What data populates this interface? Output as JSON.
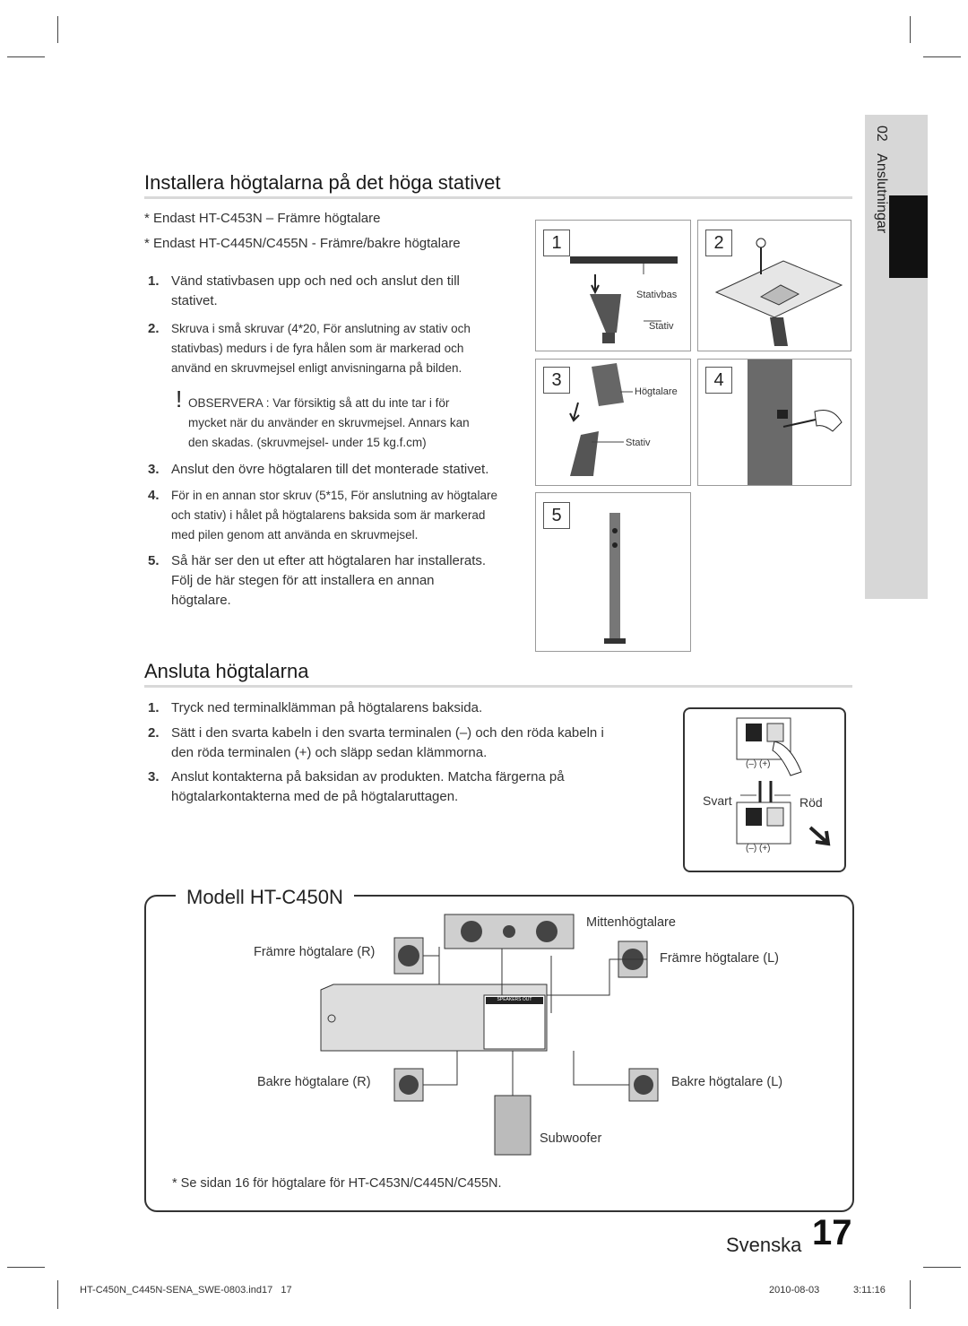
{
  "side_tab": {
    "chapter": "02",
    "title": "Anslutningar"
  },
  "section1": {
    "title": "Installera högtalarna på det höga stativet",
    "notes": [
      "* Endast HT-C453N – Främre högtalare",
      "* Endast HT-C445N/C455N - Främre/bakre högtalare"
    ],
    "steps": [
      {
        "n": "1.",
        "text": "Vänd stativbasen upp och ned och anslut den till",
        "text2": "stativet."
      },
      {
        "n": "2.",
        "text": "Skruva i små skruvar (4*20, För anslutning av stativ och",
        "text2": "stativbas) medurs i de fyra hålen som är markerad och",
        "text3": "använd en skruvmejsel enligt anvisningarna på bilden."
      },
      {
        "n": "3.",
        "text": "Anslut den övre högtalaren till det monterade stativet."
      },
      {
        "n": "4.",
        "text": "För in en annan stor skruv (5*15, För anslutning av högtalare",
        "text2": "och stativ) i hålet på högtalarens baksida som är markerad",
        "text3": "med pilen genom att använda en skruvmejsel."
      },
      {
        "n": "5.",
        "text": "Så här ser den ut efter att högtalaren har installerats.",
        "text2": "Följ de här stegen för att installera en annan",
        "text3": "högtalare."
      }
    ],
    "caution": {
      "mark": "!",
      "line1": "OBSERVERA : Var försiktig så att du inte tar i för",
      "line2": "mycket när du använder en skruvmejsel. Annars kan",
      "line3": "den skadas. (skruvmejsel- under 15 kg.f.cm)"
    },
    "figures": {
      "f1": "1",
      "f2": "2",
      "f3": "3",
      "f4": "4",
      "f5": "5",
      "stativbas": "Stativbas",
      "stativ": "Stativ",
      "hogtalare": "Högtalare",
      "stativ2": "Stativ"
    }
  },
  "section2": {
    "title": "Ansluta högtalarna",
    "steps": [
      {
        "n": "1.",
        "text": "Tryck ned terminalklämman på högtalarens baksida."
      },
      {
        "n": "2.",
        "text": "Sätt i den svarta kabeln i den svarta terminalen (–) och den röda kabeln i",
        "text2": "den röda terminalen (+) och släpp sedan klämmorna."
      },
      {
        "n": "3.",
        "text": "Anslut kontakterna på baksidan av produkten. Matcha färgerna på",
        "text2": "högtalarkontakterna med de på högtalaruttagen."
      }
    ],
    "terminal": {
      "minus_plus_1": "(–)  (+)",
      "svart": "Svart",
      "rod": "Röd",
      "minus_plus_2": "(–)  (+)"
    }
  },
  "diagram": {
    "model": "Modell HT-C450N",
    "center": "Mittenhögtalare",
    "front_r": "Främre högtalare (R)",
    "front_l": "Främre högtalare (L)",
    "rear_r": "Bakre högtalare (R)",
    "rear_l": "Bakre högtalare (L)",
    "subwoofer": "Subwoofer",
    "panel_label": "SPEAKERS OUT",
    "footnote": "* Se sidan 16 för högtalare för HT-C453N/C445N/C455N."
  },
  "footer": {
    "language": "Svenska",
    "page": "17",
    "file": "HT-C450N_C445N-SENA_SWE-0803.ind17   17",
    "date": "2010-08-03",
    "time": "3:11:16"
  },
  "colors": {
    "accent_gray": "#d7d7d7",
    "tab_black": "#111111"
  }
}
